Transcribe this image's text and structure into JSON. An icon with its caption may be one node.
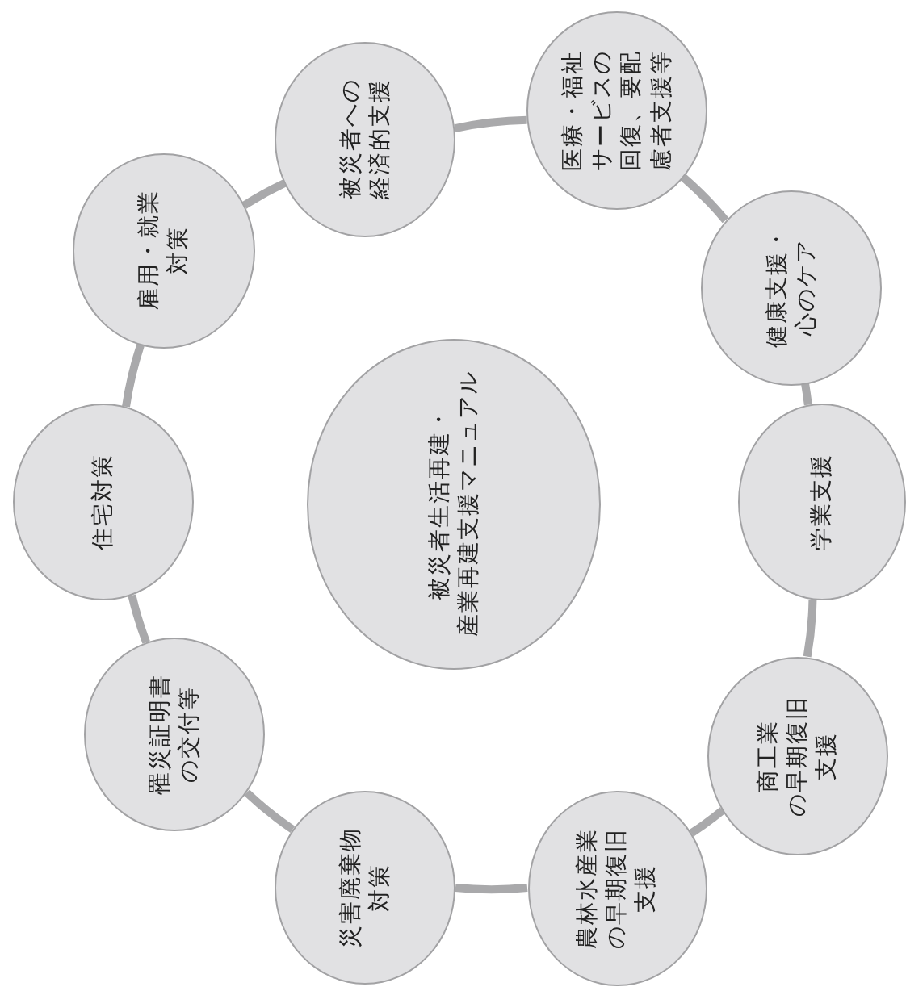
{
  "diagram": {
    "nodes": [
      {
        "text": [
          "被災者生活再建・産業再建支援マニュアル"
        ]
      },
      {
        "text": [
          "被災者への経済的支援"
        ]
      },
      {
        "text": [
          "医療・福祉サービスの回復、要配慮者支援等"
        ]
      },
      {
        "text": [
          "健康支援・心のケア"
        ]
      },
      {
        "text": [
          "学業支援"
        ]
      },
      {
        "text": [
          "商工業の早期復旧支援"
        ]
      },
      {
        "text": [
          "農林水産業の早期復旧支援"
        ]
      },
      {
        "text": [
          "災害廃棄物対策"
        ]
      },
      {
        "text": [
          "罹災証明書の交付等"
        ]
      },
      {
        "text": [
          "住宅対策"
        ]
      },
      {
        "text": [
          "雇用・就業対策"
        ]
      }
    ],
    "edges": [
      {
        "from": 1,
        "to": 2,
        "arrow": "none"
      },
      {
        "from": 2,
        "to": 3,
        "arrow": "none"
      },
      {
        "from": 3,
        "to": 4,
        "arrow": "none"
      },
      {
        "from": 4,
        "to": 5,
        "arrow": "none"
      },
      {
        "from": 5,
        "to": 6,
        "arrow": "none"
      },
      {
        "from": 6,
        "to": 7,
        "arrow": "none"
      },
      {
        "from": 7,
        "to": 8,
        "arrow": "none"
      },
      {
        "from": 8,
        "to": 9,
        "arrow": "none"
      },
      {
        "from": 9,
        "to": 10,
        "arrow": "none"
      },
      {
        "from": 10,
        "to": 1,
        "arrow": "none"
      }
    ]
  }
}
